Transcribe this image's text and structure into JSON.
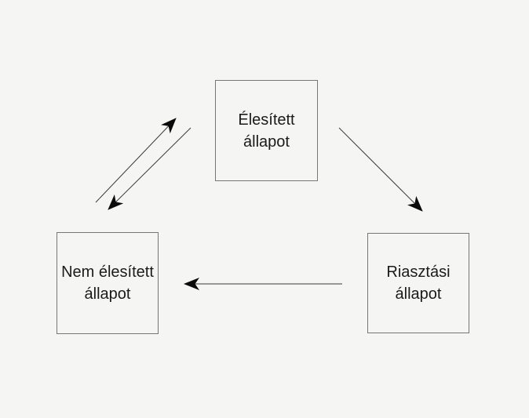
{
  "diagram": {
    "nodes": {
      "armed": {
        "line1": "Élesített",
        "line2": "állapot"
      },
      "disarmed": {
        "line1": "Nem élesített",
        "line2": "állapot"
      },
      "alarm": {
        "line1": "Riasztási",
        "line2": "állapot"
      }
    },
    "edges": [
      {
        "from": "disarmed",
        "to": "armed"
      },
      {
        "from": "armed",
        "to": "disarmed"
      },
      {
        "from": "armed",
        "to": "alarm"
      },
      {
        "from": "alarm",
        "to": "disarmed"
      }
    ],
    "colors": {
      "background": "#f5f5f3",
      "box_border": "#777777",
      "text": "#1b1b1b",
      "arrow_line": "#3c3c3c",
      "arrow_head": "#0a0a0a"
    }
  }
}
